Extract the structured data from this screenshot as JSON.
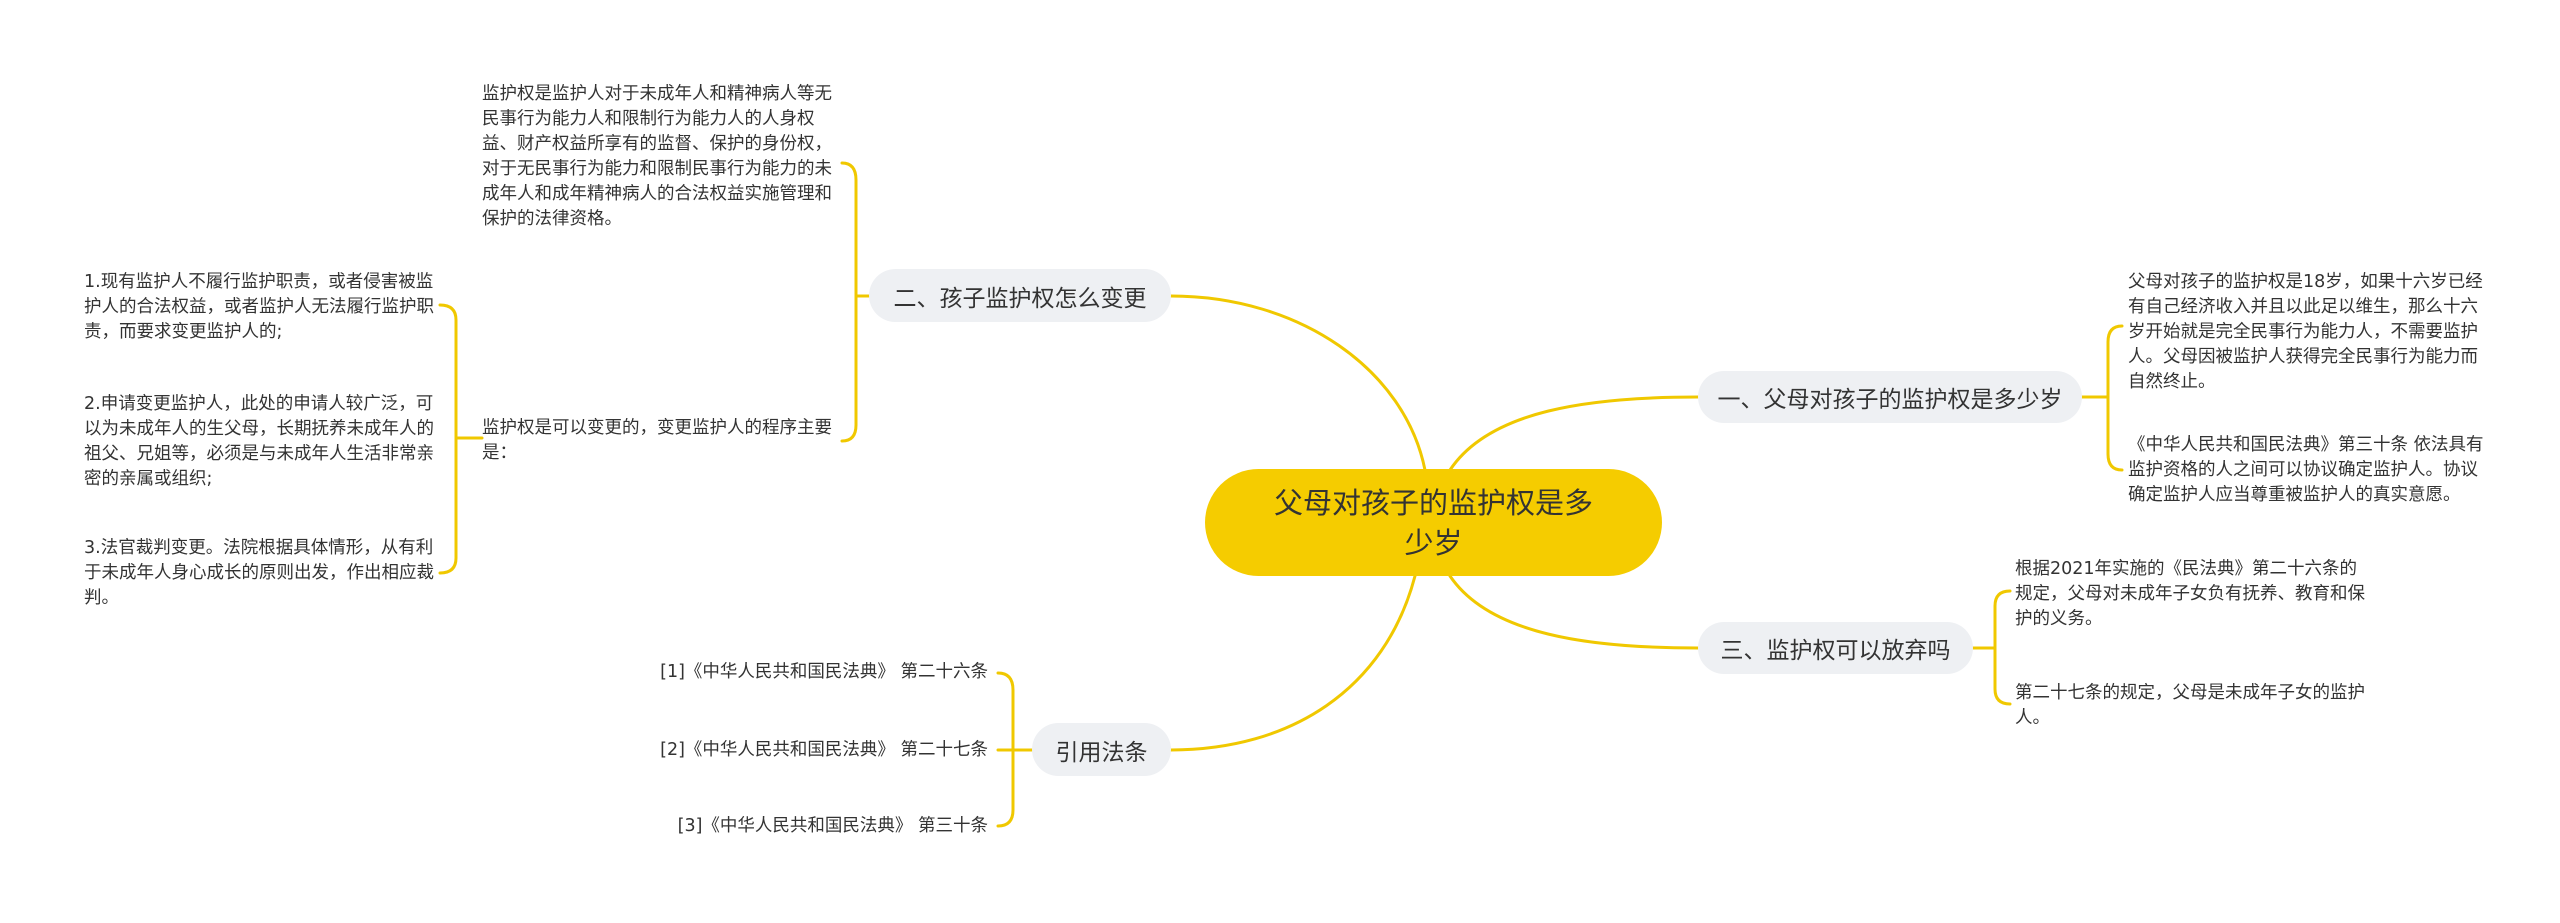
{
  "colors": {
    "line": "#f0c800",
    "center_fill": "#f5cc00",
    "branch_fill": "#eef0f3"
  },
  "center": {
    "label": "父母对孩子的监护权是多少岁"
  },
  "branches": [
    {
      "label": "一、父母对孩子的监护权是多少岁",
      "leaves": [
        "父母对孩子的监护权是18岁，如果十六岁已经有自己经济收入并且以此足以维生，那么十六岁开始就是完全民事行为能力人，不需要监护人。父母因被监护人获得完全民事行为能力而自然终止。",
        "《中华人民共和国民法典》第三十条 依法具有监护资格的人之间可以协议确定监护人。协议确定监护人应当尊重被监护人的真实意愿。"
      ]
    },
    {
      "label": "二、孩子监护权怎么变更",
      "leaves": [
        "监护权是监护人对于未成年人和精神病人等无民事行为能力人和限制行为能力人的人身权益、财产权益所享有的监督、保护的身份权，对于无民事行为能力和限制民事行为能力的未成年人和成年精神病人的合法权益实施管理和保护的法律资格。",
        "监护权是可以变更的，变更监护人的程序主要是："
      ],
      "sub_leaves": [
        "1.现有监护人不履行监护职责，或者侵害被监护人的合法权益，或者监护人无法履行监护职责，而要求变更监护人的;",
        "2.申请变更监护人，此处的申请人较广泛，可以为未成年人的生父母，长期抚养未成年人的祖父、兄姐等，必须是与未成年人生活非常亲密的亲属或组织;",
        "3.法官裁判变更。法院根据具体情形，从有利于未成年人身心成长的原则出发，作出相应裁判。"
      ]
    },
    {
      "label": "三、监护权可以放弃吗",
      "leaves": [
        "根据2021年实施的《民法典》第二十六条的规定，父母对未成年子女负有抚养、教育和保护的义务。",
        "第二十七条的规定，父母是未成年子女的监护人。"
      ]
    },
    {
      "label": "引用法条",
      "leaves": [
        "[1]《中华人民共和国民法典》 第二十六条",
        "[2]《中华人民共和国民法典》 第二十七条",
        "[3]《中华人民共和国民法典》 第三十条"
      ]
    }
  ]
}
